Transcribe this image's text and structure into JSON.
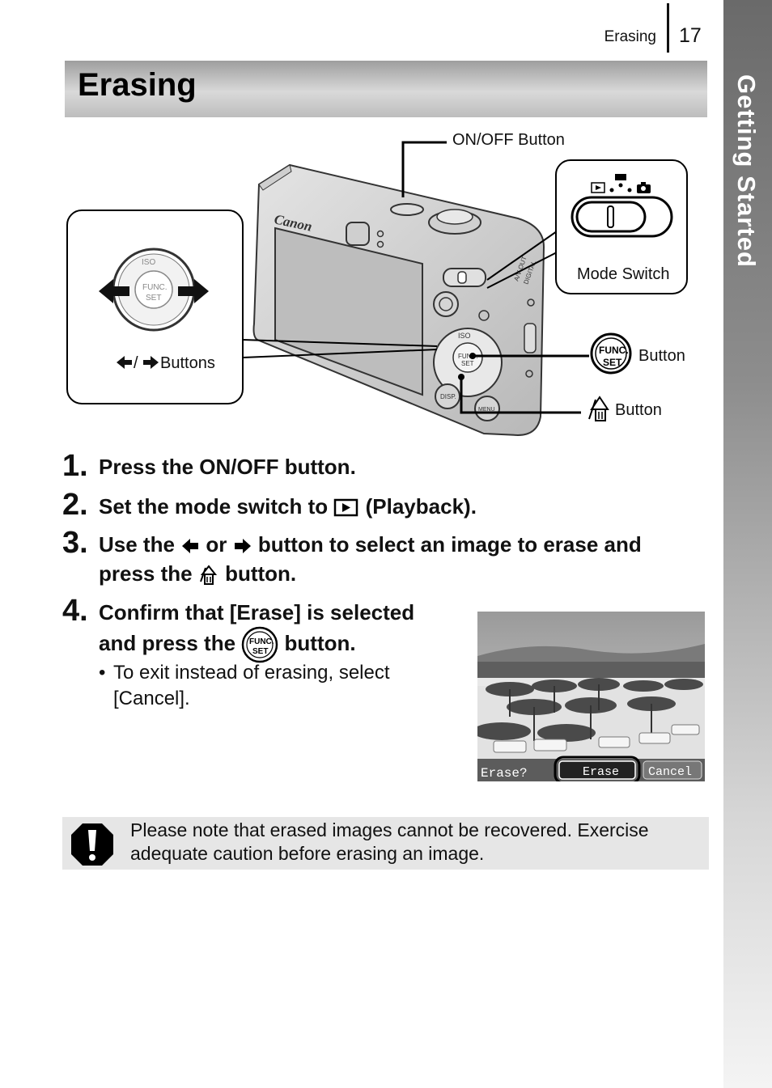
{
  "header": {
    "section": "Erasing",
    "page_number": "17"
  },
  "side_tab": {
    "label": "Getting Started"
  },
  "title": "Erasing",
  "figure": {
    "brand": "Canon",
    "onoff_label": "ON/OFF Button",
    "mode_switch_label": "Mode Switch",
    "func_set_label": "Button",
    "erase_label": "Button",
    "arrow_buttons_label": "Buttons",
    "dial_iso": "ISO",
    "dial_func": "FUNC.",
    "dial_set": "SET",
    "func_icon_top": "FUNC.",
    "func_icon_bottom": "SET",
    "disp": "DISP.",
    "menu": "MENU",
    "av_out": "A/V OUT",
    "digital": "DIGITAL",
    "slash": "/"
  },
  "steps": [
    {
      "num": "1.",
      "text": "Press the ON/OFF button."
    },
    {
      "num": "2.",
      "text_a": "Set the mode switch to",
      "text_b": "(Playback)."
    },
    {
      "num": "3.",
      "text_a": "Use the",
      "text_b": "or",
      "text_c": "button to select an image to erase and",
      "text_d": "press the",
      "text_e": "button."
    },
    {
      "num": "4.",
      "text_a": "Confirm that [Erase] is selected",
      "text_b": "and press the",
      "text_c": "button.",
      "bullet": "To exit instead of erasing, select [Cancel]."
    }
  ],
  "screen": {
    "prompt": "Erase?",
    "erase": "Erase",
    "cancel": "Cancel"
  },
  "caution": {
    "text": "Please note that erased images cannot be recovered. Exercise adequate caution before erasing an image."
  },
  "colors": {
    "side_tab": "#7a7a7a",
    "caution_bg": "#e6e6e6",
    "title_bar": "#c8c8c8"
  }
}
